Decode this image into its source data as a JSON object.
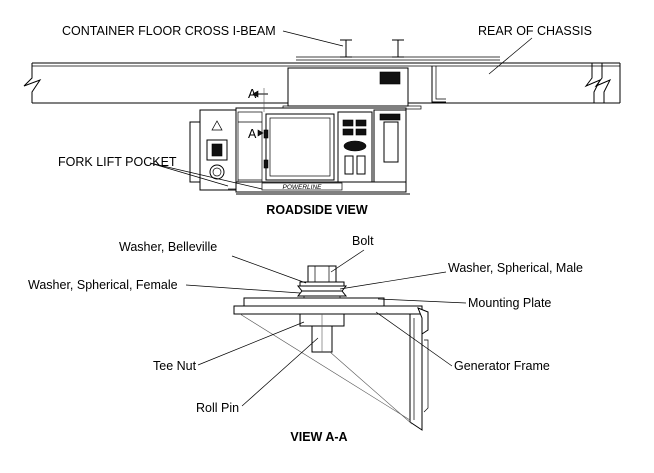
{
  "top_view": {
    "title": "ROADSIDE VIEW",
    "labels": {
      "container_floor": "CONTAINER FLOOR CROSS I-BEAM",
      "rear_chassis": "REAR OF CHASSIS",
      "fork_lift": "FORK LIFT POCKET",
      "section_mark": "A"
    },
    "nameplate": "POWERLINE"
  },
  "section_view": {
    "title": "VIEW A-A",
    "labels": {
      "bolt": "Bolt",
      "washer_belleville": "Washer, Belleville",
      "washer_spherical_male": "Washer, Spherical, Male",
      "washer_spherical_female": "Washer, Spherical, Female",
      "mounting_plate": "Mounting Plate",
      "generator_frame": "Generator Frame",
      "tee_nut": "Tee Nut",
      "roll_pin": "Roll Pin"
    }
  }
}
